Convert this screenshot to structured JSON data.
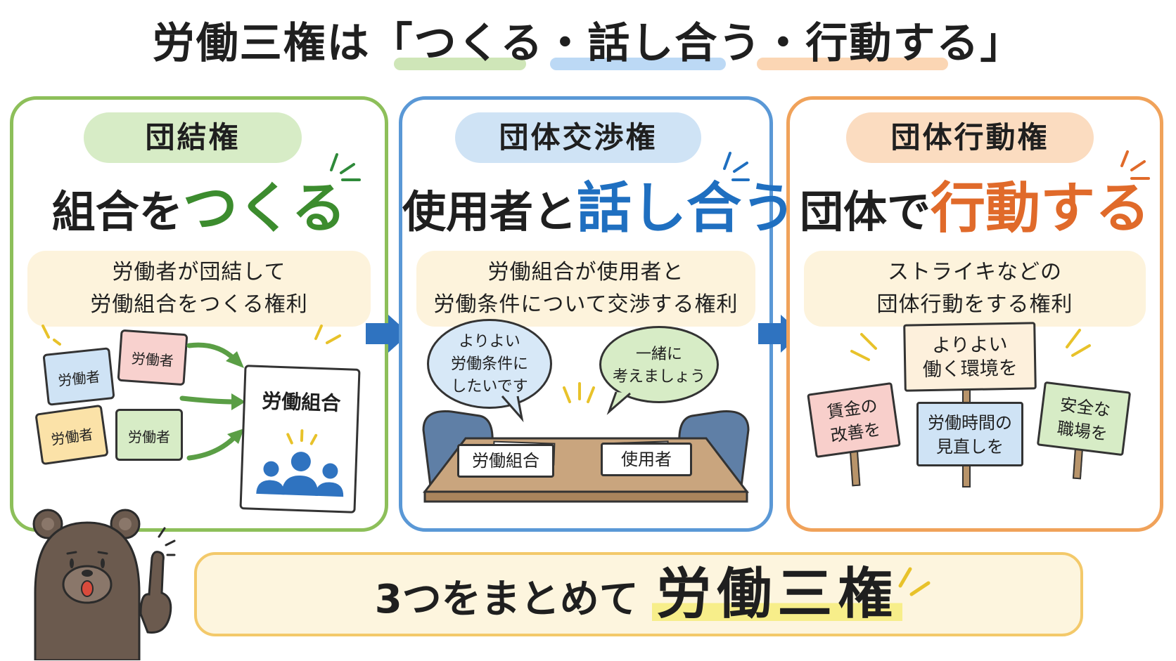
{
  "title": {
    "text": "労働三権は「つくる・話し合う・行動する」",
    "highlight_colors": [
      "#cfe6b8",
      "#bcd9f5",
      "#fbd6b4"
    ]
  },
  "panels": [
    {
      "label": "団結権",
      "headline_prefix": "組合を",
      "headline_emphasis": "つくる",
      "description_line1": "労働者が団結して",
      "description_line2": "労働組合をつくる権利",
      "accent": "#3c8c2e",
      "border": "#8dbf5a",
      "pill_bg": "#d7ecc6",
      "cards": [
        "労働者",
        "労働者",
        "労働者",
        "労働者"
      ],
      "union_label": "労働組合"
    },
    {
      "label": "団体交渉権",
      "headline_prefix": "使用者と",
      "headline_emphasis": "話し合う",
      "description_line1": "労働組合が使用者と",
      "description_line2": "労働条件について交渉する権利",
      "accent": "#1f6fc0",
      "border": "#5a98d6",
      "pill_bg": "#cfe3f5",
      "bubble_left_line1": "よりよい",
      "bubble_left_line2": "労働条件に",
      "bubble_left_line3": "したいです",
      "bubble_right_line1": "一緒に",
      "bubble_right_line2": "考えましょう",
      "nameplate_left": "労働組合",
      "nameplate_right": "使用者"
    },
    {
      "label": "団体行動権",
      "headline_prefix": "団体で",
      "headline_emphasis": "行動する",
      "description_line1": "ストライキなどの",
      "description_line2": "団体行動をする権利",
      "accent": "#e06a2a",
      "border": "#f0a25a",
      "pill_bg": "#fbdcc0",
      "sign_top_line1": "よりよい",
      "sign_top_line2": "働く環境を",
      "sign_left_line1": "賃金の",
      "sign_left_line2": "改善を",
      "sign_center_line1": "労働時間の",
      "sign_center_line2": "見直しを",
      "sign_right_line1": "安全な",
      "sign_right_line2": "職場を"
    }
  ],
  "summary": {
    "prefix": "3つをまとめて",
    "emphasis": "労働三権"
  },
  "icons": {
    "arrow": "right-arrow-icon",
    "mascot": "bear-mascot"
  },
  "colors": {
    "arrow": "#2f73c0",
    "summary_bg": "#fdf5de",
    "summary_border": "#f3c96a",
    "highlight_yellow": "#f7ee8a"
  }
}
